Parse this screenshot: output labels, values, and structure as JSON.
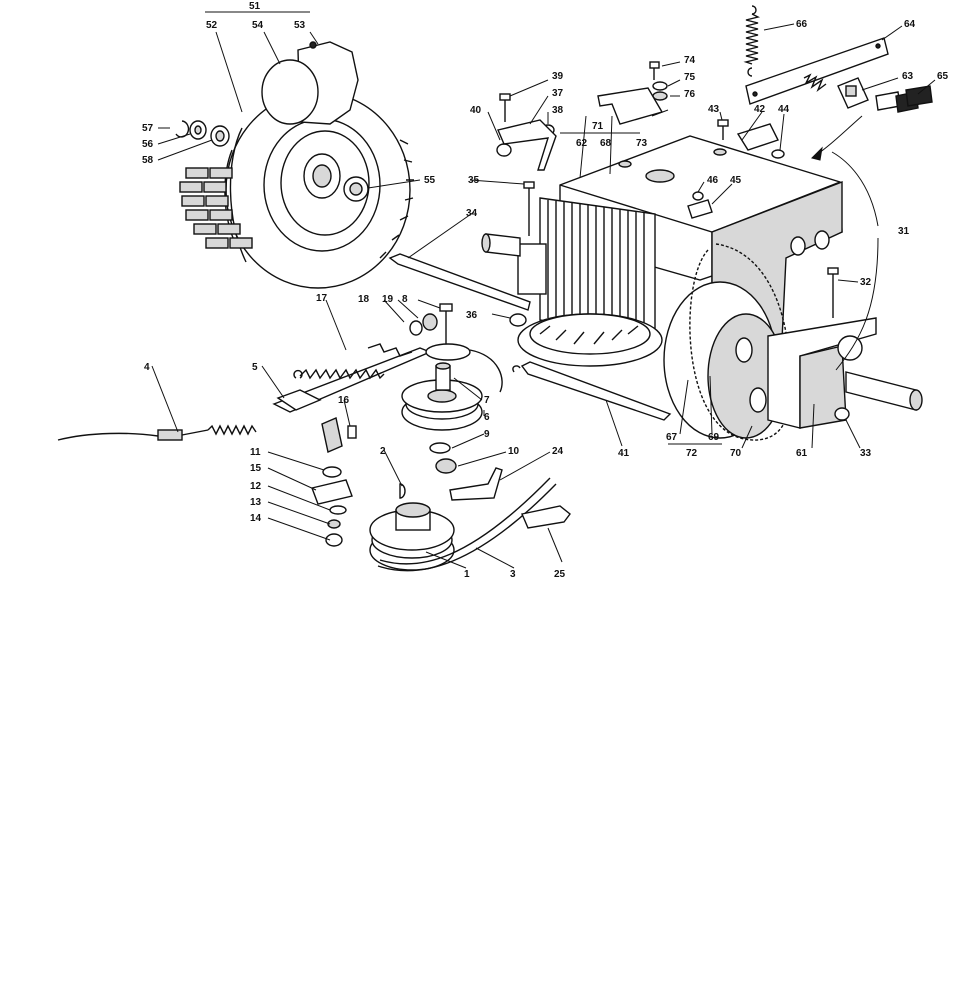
{
  "callouts": [
    "51",
    "52",
    "54",
    "53",
    "57",
    "56",
    "58",
    "55",
    "66",
    "64",
    "63",
    "65",
    "74",
    "75",
    "76",
    "39",
    "37",
    "40",
    "38",
    "43",
    "42",
    "44",
    "71",
    "62",
    "68",
    "73",
    "35",
    "46",
    "45",
    "34",
    "31",
    "32",
    "18",
    "19",
    "8",
    "17",
    "36",
    "4",
    "5",
    "16",
    "7",
    "6",
    "9",
    "10",
    "2",
    "24",
    "11",
    "15",
    "12",
    "13",
    "14",
    "1",
    "3",
    "25",
    "41",
    "67",
    "72",
    "69",
    "70",
    "61",
    "33"
  ],
  "icons": [
    "wheel",
    "hub-cover",
    "circlip",
    "washers",
    "extension-spring",
    "bracket-plate",
    "brush-block",
    "brushes",
    "motor-housing",
    "cooling-fins",
    "bolts",
    "nuts",
    "pulleys",
    "v-belt",
    "drive-chain",
    "sprocket",
    "gearbox",
    "axle",
    "control-cable",
    "lever",
    "belt-guide"
  ]
}
